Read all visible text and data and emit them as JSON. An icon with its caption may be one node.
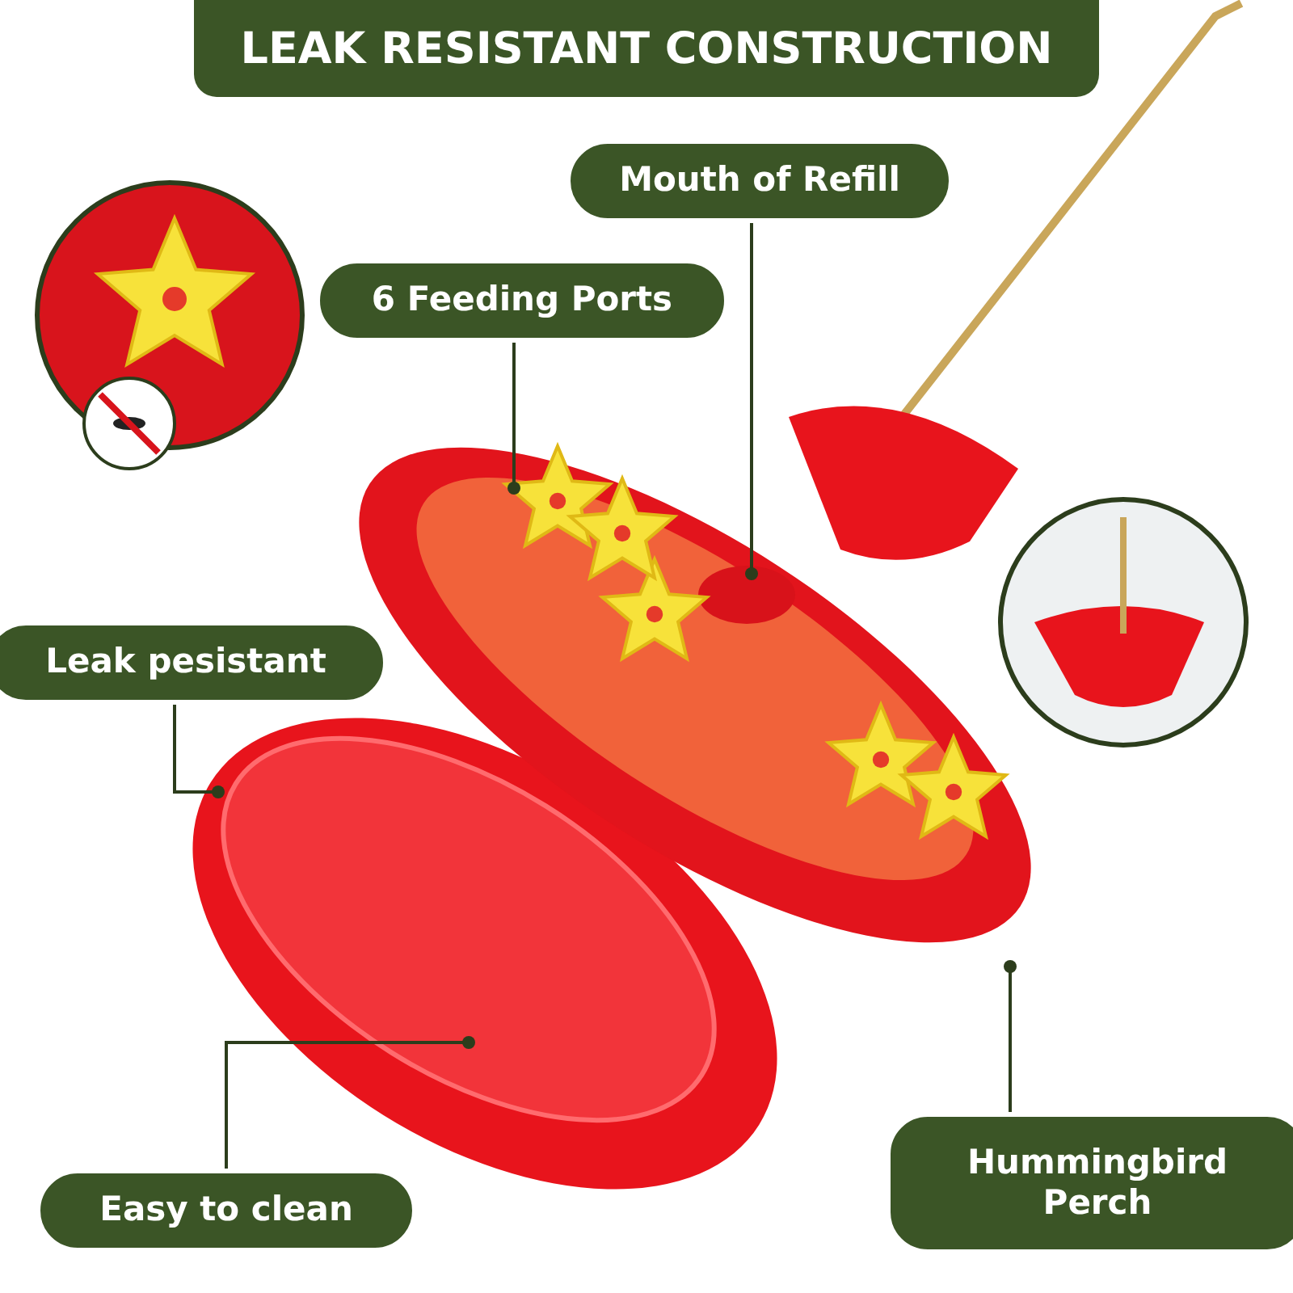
{
  "diagram": {
    "title": "LEAK RESISTANT CONSTRUCTION",
    "nodes": [
      {
        "text": [
          "Mouth of Refill"
        ]
      },
      {
        "text": [
          "6 Feeding Ports"
        ]
      },
      {
        "text": [
          "Leak pesistant"
        ]
      },
      {
        "text": [
          "Easy to clean"
        ]
      },
      {
        "text": [
          "Hummingbird Perch"
        ]
      }
    ],
    "edges": [
      {
        "from": 0,
        "to": null,
        "arrow": "other"
      },
      {
        "from": 1,
        "to": null,
        "arrow": "other"
      },
      {
        "from": 2,
        "to": null,
        "arrow": "other"
      },
      {
        "from": 3,
        "to": null,
        "arrow": "other"
      },
      {
        "from": 4,
        "to": null,
        "arrow": "other"
      }
    ]
  }
}
